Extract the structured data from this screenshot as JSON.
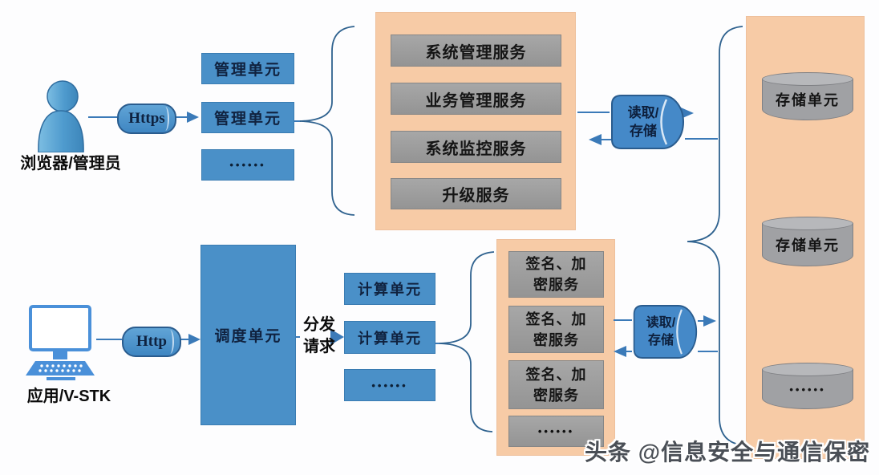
{
  "left": {
    "admin_label": "浏览器/管理员",
    "app_label": "应用/V-STK",
    "https_label": "Https",
    "http_label": "Http"
  },
  "management": {
    "unit1": "管理单元",
    "unit2": "管理单元",
    "more": "••••••"
  },
  "top_services": {
    "s1": "系统管理服务",
    "s2": "业务管理服务",
    "s3": "系统监控服务",
    "s4": "升级服务"
  },
  "read_store_top": {
    "line1": "读取/",
    "line2": "存储"
  },
  "read_store_bottom": {
    "line1": "读取/",
    "line2": "存储"
  },
  "storage": {
    "u1": "存储单元",
    "u2": "存储单元",
    "more": "••••••"
  },
  "scheduler": {
    "label": "调度单元",
    "dispatch_line1": "分发",
    "dispatch_line2": "请求"
  },
  "compute": {
    "u1": "计算单元",
    "u2": "计算单元",
    "more": "••••••"
  },
  "sign_services": {
    "s1": {
      "line1": "签名、加",
      "line2": "密服务"
    },
    "s2": {
      "line1": "签名、加",
      "line2": "密服务"
    },
    "s3": {
      "line1": "签名、加",
      "line2": "密服务"
    },
    "more": "••••••"
  },
  "watermark": {
    "text": "头条 @信息安全与通信保密"
  },
  "colors": {
    "unit_blue": "#4a90c8",
    "container_orange": "#f7cba6",
    "service_gray": "#9c9c9c",
    "cylinder_blue": "#4589c8",
    "connector_blue": "#3b7ab8",
    "brace_blue": "#2f628f",
    "text_dark": "#10223f"
  }
}
